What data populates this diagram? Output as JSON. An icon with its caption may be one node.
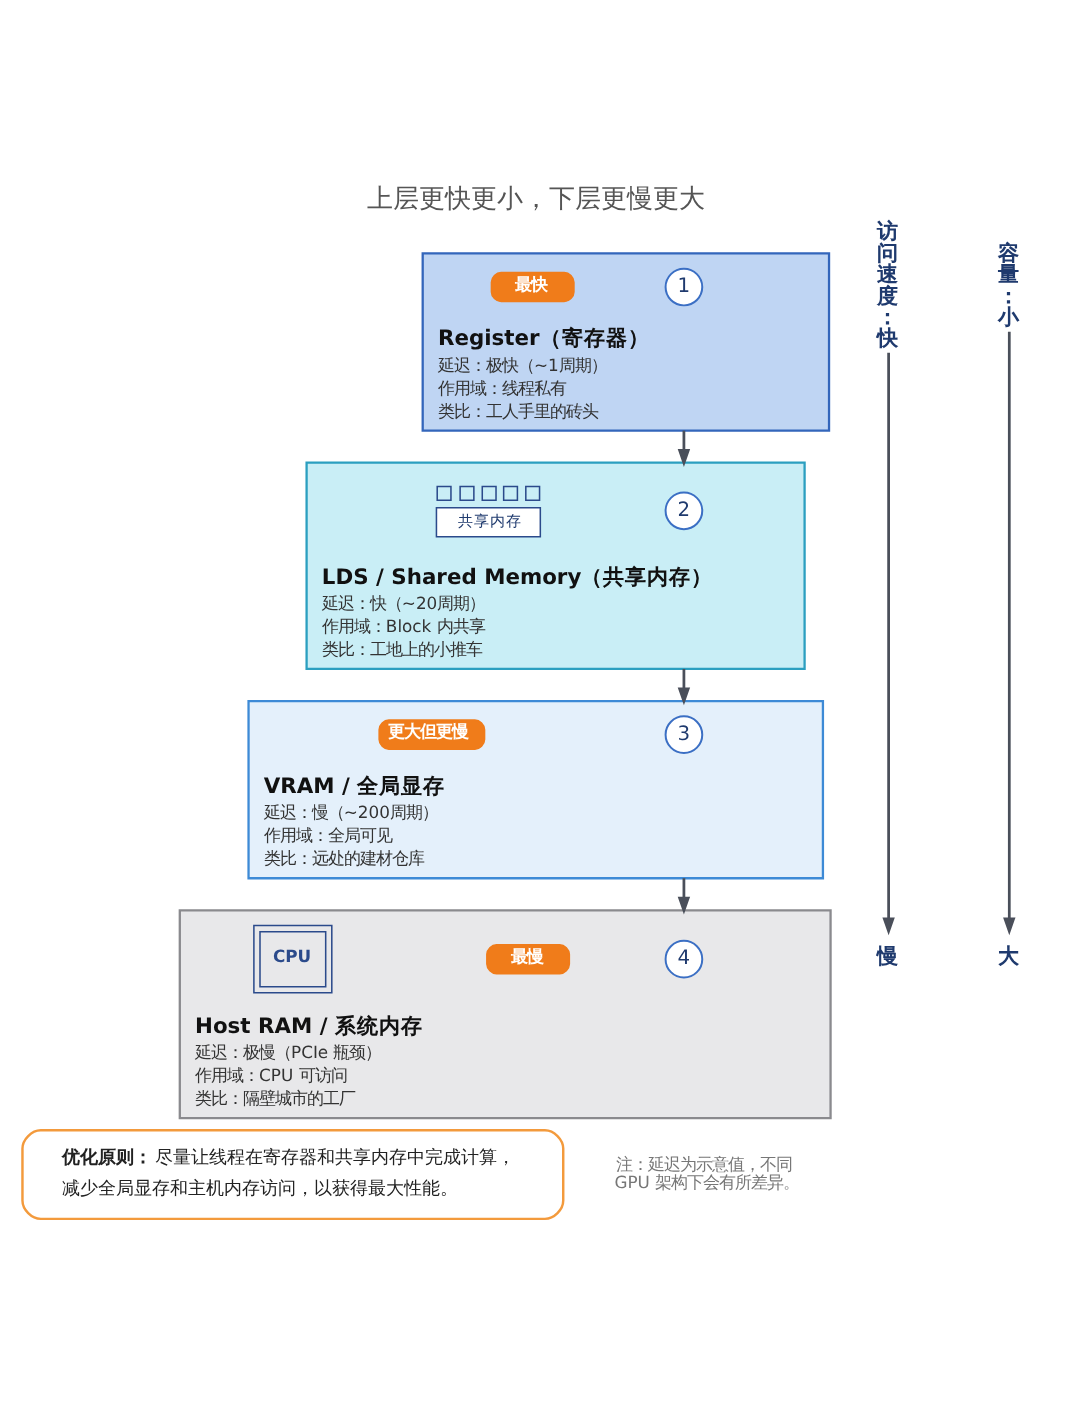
{
  "diagram": {
    "title": "上层更快更小，下层更慢更大",
    "nodes": [
      {
        "text": [
          "Register（寄存器）",
          "延迟：极快（~1周期）",
          "作用域：线程私有",
          "类比：工人手里的砖头"
        ]
      },
      {
        "text": [
          "1"
        ],
        "in": 0
      },
      {
        "text": [
          "最快"
        ],
        "in": 0
      },
      {
        "text": [
          "LDS / Shared Memory（共享内存）",
          "延迟：快（~20周期）",
          "作用域：Block 内共享",
          "类比：工地上的小推车"
        ]
      },
      {
        "text": [
          "2"
        ],
        "in": 3
      },
      {
        "text": [
          "共享内存"
        ],
        "in": 3
      },
      {
        "text": [
          "VRAM / 全局显存",
          "延迟：慢（~200周期）",
          "作用域：全局可见",
          "类比：远处的建材仓库"
        ]
      },
      {
        "text": [
          "3"
        ],
        "in": 6
      },
      {
        "text": [
          "更大但更慢"
        ],
        "in": 6
      },
      {
        "text": [
          "Host RAM / 系统内存",
          "延迟：极慢（PCIe 瓶颈）",
          "作用域：CPU 可访问",
          "类比：隔壁城市的工厂"
        ]
      },
      {
        "text": [
          "4"
        ],
        "in": 9
      },
      {
        "text": [
          "最慢"
        ],
        "in": 9
      },
      {
        "text": [
          "CPU"
        ],
        "in": 9
      },
      {
        "text": [
          "优化原则：",
          "尽量让线程在寄存器和共享内存中完成计算，减少全局显存和主机内存访问，以获得最大性能。"
        ]
      },
      {
        "text": [
          "访问速度：快"
        ]
      },
      {
        "text": [
          "慢"
        ]
      },
      {
        "text": [
          "容量：小"
        ]
      },
      {
        "text": [
          "大"
        ]
      }
    ],
    "edges": [
      {
        "from": 0,
        "to": 3,
        "arrow": "to"
      },
      {
        "from": 3,
        "to": 6,
        "arrow": "to"
      },
      {
        "from": 6,
        "to": 9,
        "arrow": "to"
      },
      {
        "from": 14,
        "to": 15,
        "arrow": "to"
      },
      {
        "from": 16,
        "to": 17,
        "arrow": "to"
      }
    ],
    "labels": [
      "注：延迟为示意值，不同 GPU 架构下会有所差异。"
    ]
  }
}
